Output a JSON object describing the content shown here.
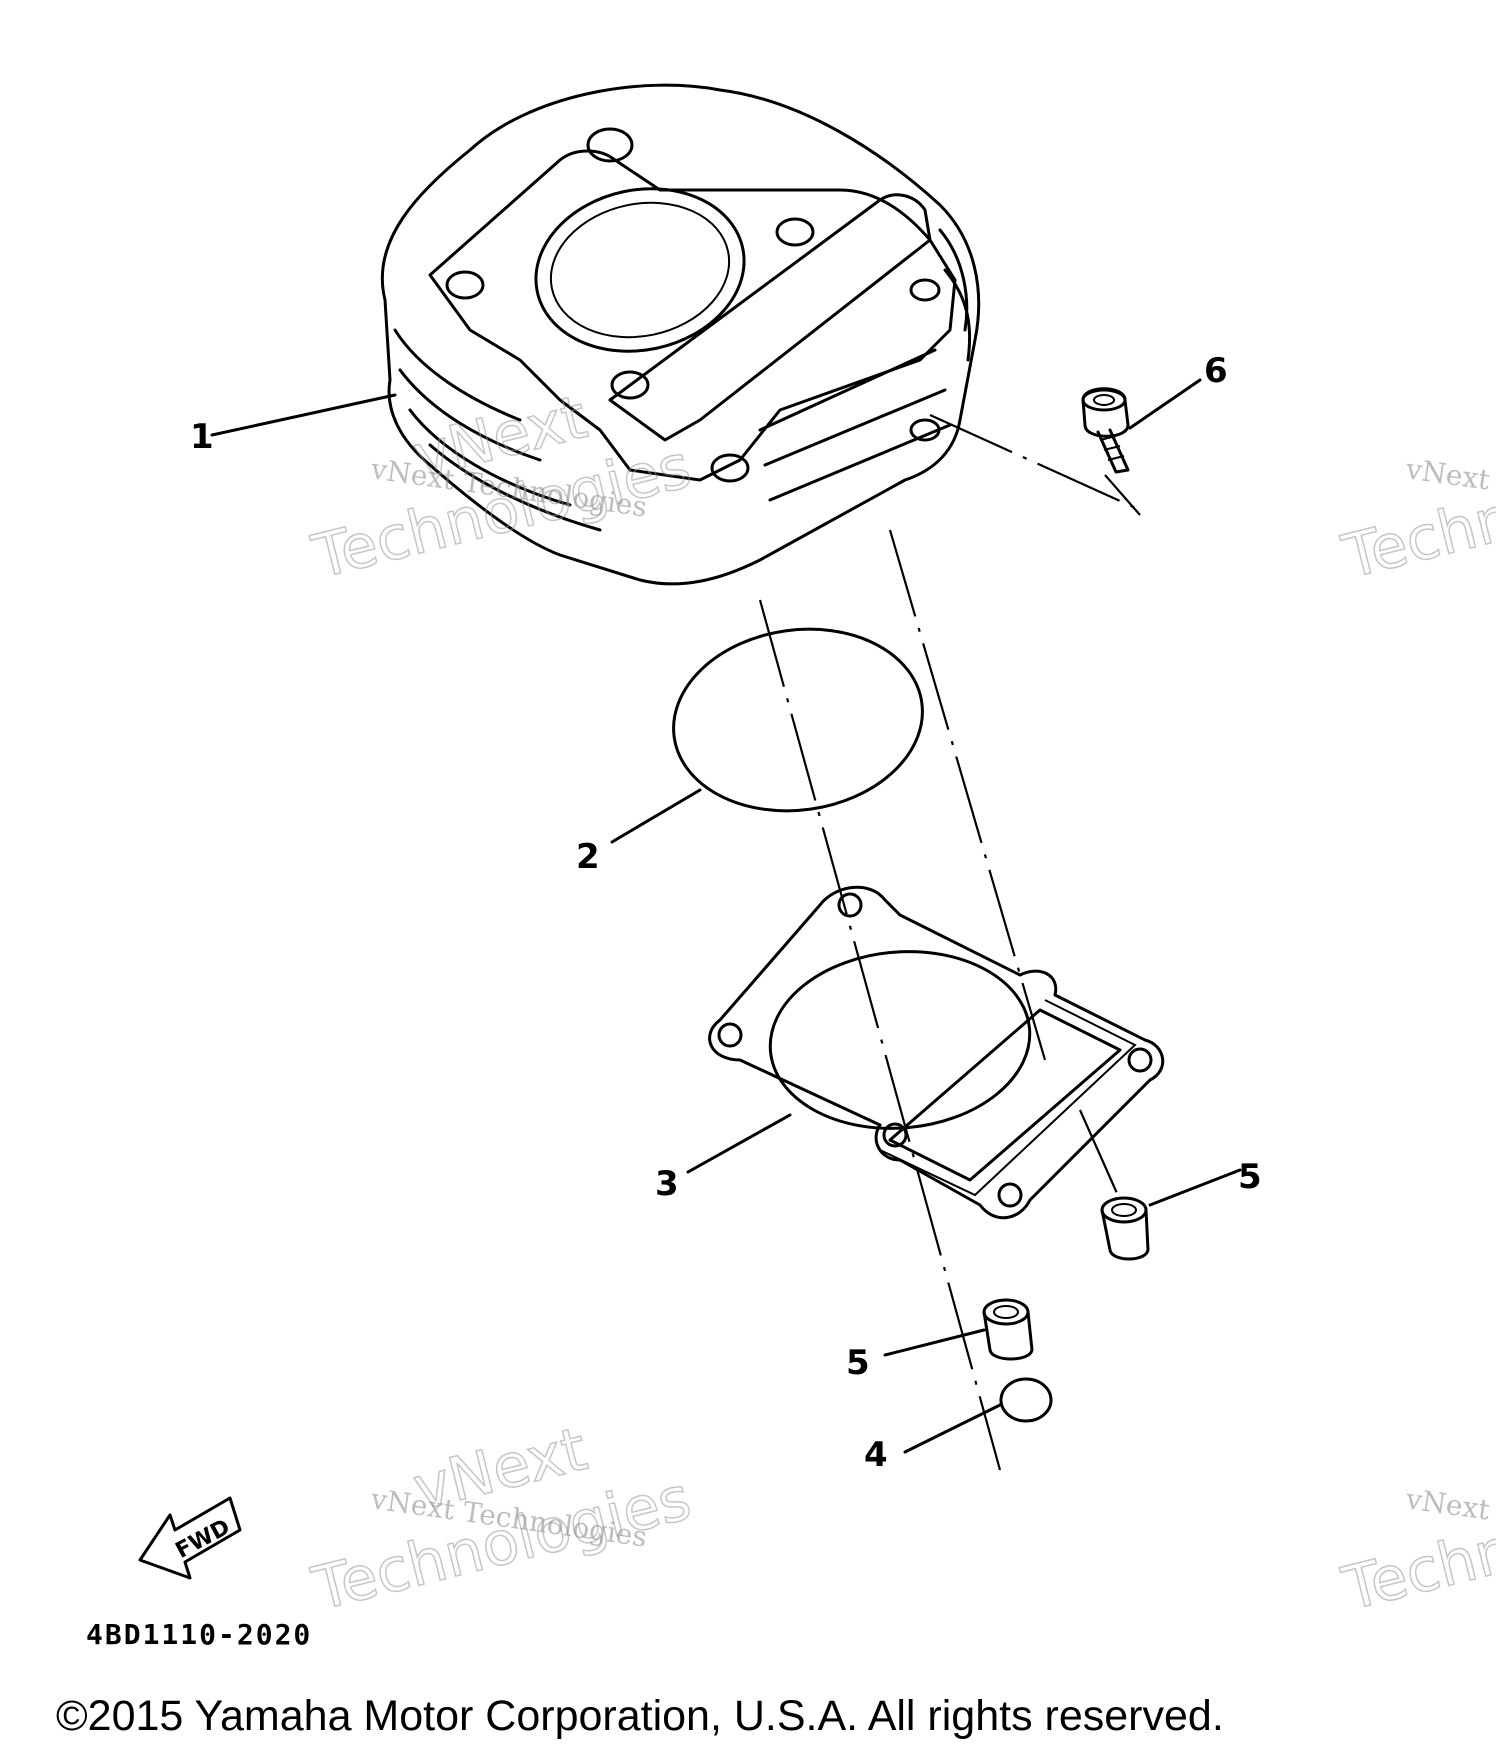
{
  "callouts": [
    {
      "label": "1"
    },
    {
      "label": "2"
    },
    {
      "label": "3"
    },
    {
      "label": "4"
    },
    {
      "label": "5"
    },
    {
      "label": "5"
    },
    {
      "label": "6"
    }
  ],
  "parts": {
    "cylinder": "cylinder",
    "o_ring": "o-ring",
    "gasket": "cylinder gasket",
    "cap": "cap",
    "dowel_pin": "dowel pin",
    "bolt": "bolt"
  },
  "fwd_label": "FWD",
  "diagram_code": "4BD1110-2020",
  "copyright": "©2015 Yamaha Motor Corporation, U.S.A. All rights reserved.",
  "watermark": {
    "line": "vNext Technologies",
    "word1": "vNext",
    "word2": "Technologies"
  }
}
